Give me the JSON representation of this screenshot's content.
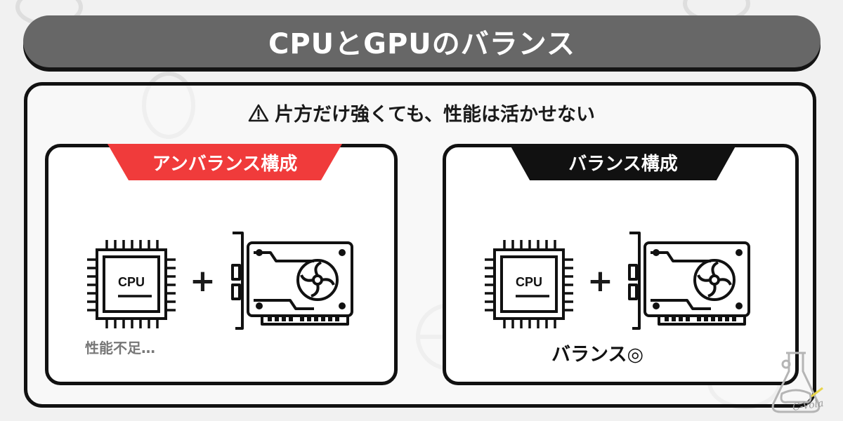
{
  "title": "CPUとGPUのバランス",
  "warning": {
    "icon": "warning-triangle-icon",
    "text": "片方だけ強くても、性能は活かせない"
  },
  "panels": [
    {
      "tag": "アンバランス構成",
      "tag_color": "#f03b3b",
      "cpu_label": "CPU",
      "plus": "+",
      "caption": "性能不足…"
    },
    {
      "tag": "バランス構成",
      "tag_color": "#111111",
      "cpu_label": "CPU",
      "plus": "+",
      "caption": "バランス◎"
    }
  ],
  "logo_text": "C-Vola",
  "colors": {
    "title_bar": "#676767",
    "accent_red": "#f03b3b",
    "dark": "#111111"
  }
}
